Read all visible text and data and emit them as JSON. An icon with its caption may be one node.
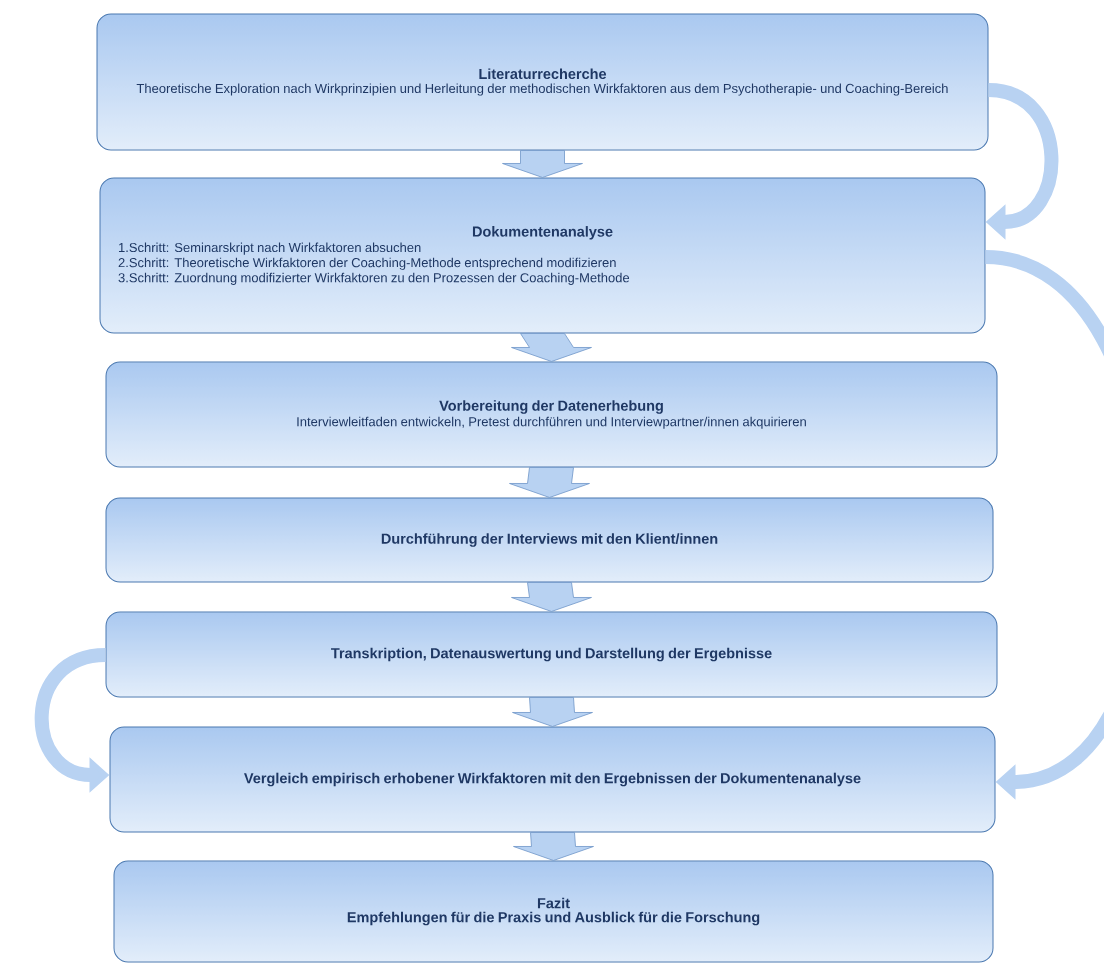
{
  "diagram": {
    "nodes": [
      {
        "text": [
          "Literaturrecherche",
          "Theoretische Exploration nach Wirkprinzipien und Herleitung der methodischen Wirkfaktoren aus dem Psychotherapie- und Coaching-Bereich"
        ]
      },
      {
        "text": [
          "Dokumentenanalyse",
          "1.Schritt: Seminarskript nach Wirkfaktoren absuchen",
          "2.Schritt: Theoretische Wirkfaktoren der Coaching-Methode entsprechend modifizieren",
          "3.Schritt: Zuordnung modifizierter Wirkfaktoren zu den Prozessen der Coaching-Methode"
        ]
      },
      {
        "text": [
          "Vorbereitung der Datenerhebung",
          "Interviewleitfaden entwickeln, Pretest durchführen und Interviewpartner/innen akquirieren"
        ]
      },
      {
        "text": [
          "Durchführung der Interviews mit den Klient/innen"
        ]
      },
      {
        "text": [
          "Transkription, Datenauswertung und Darstellung der Ergebnisse"
        ]
      },
      {
        "text": [
          "Vergleich empirisch erhobener Wirkfaktoren mit den Ergebnissen der Dokumentenanalyse"
        ]
      },
      {
        "text": [
          "Fazit",
          "Empfehlungen für die Praxis und Ausblick für die Forschung"
        ]
      }
    ],
    "edges": [
      {
        "from": 0,
        "to": 1,
        "arrow": "to"
      },
      {
        "from": 1,
        "to": 2,
        "arrow": "to"
      },
      {
        "from": 2,
        "to": 3,
        "arrow": "to"
      },
      {
        "from": 3,
        "to": 4,
        "arrow": "to"
      },
      {
        "from": 4,
        "to": 5,
        "arrow": "to"
      },
      {
        "from": 5,
        "to": 6,
        "arrow": "to"
      },
      {
        "from": 0,
        "to": 1,
        "arrow": "to"
      },
      {
        "from": 1,
        "to": 5,
        "arrow": "to"
      },
      {
        "from": 4,
        "to": 5,
        "arrow": "to"
      }
    ]
  }
}
